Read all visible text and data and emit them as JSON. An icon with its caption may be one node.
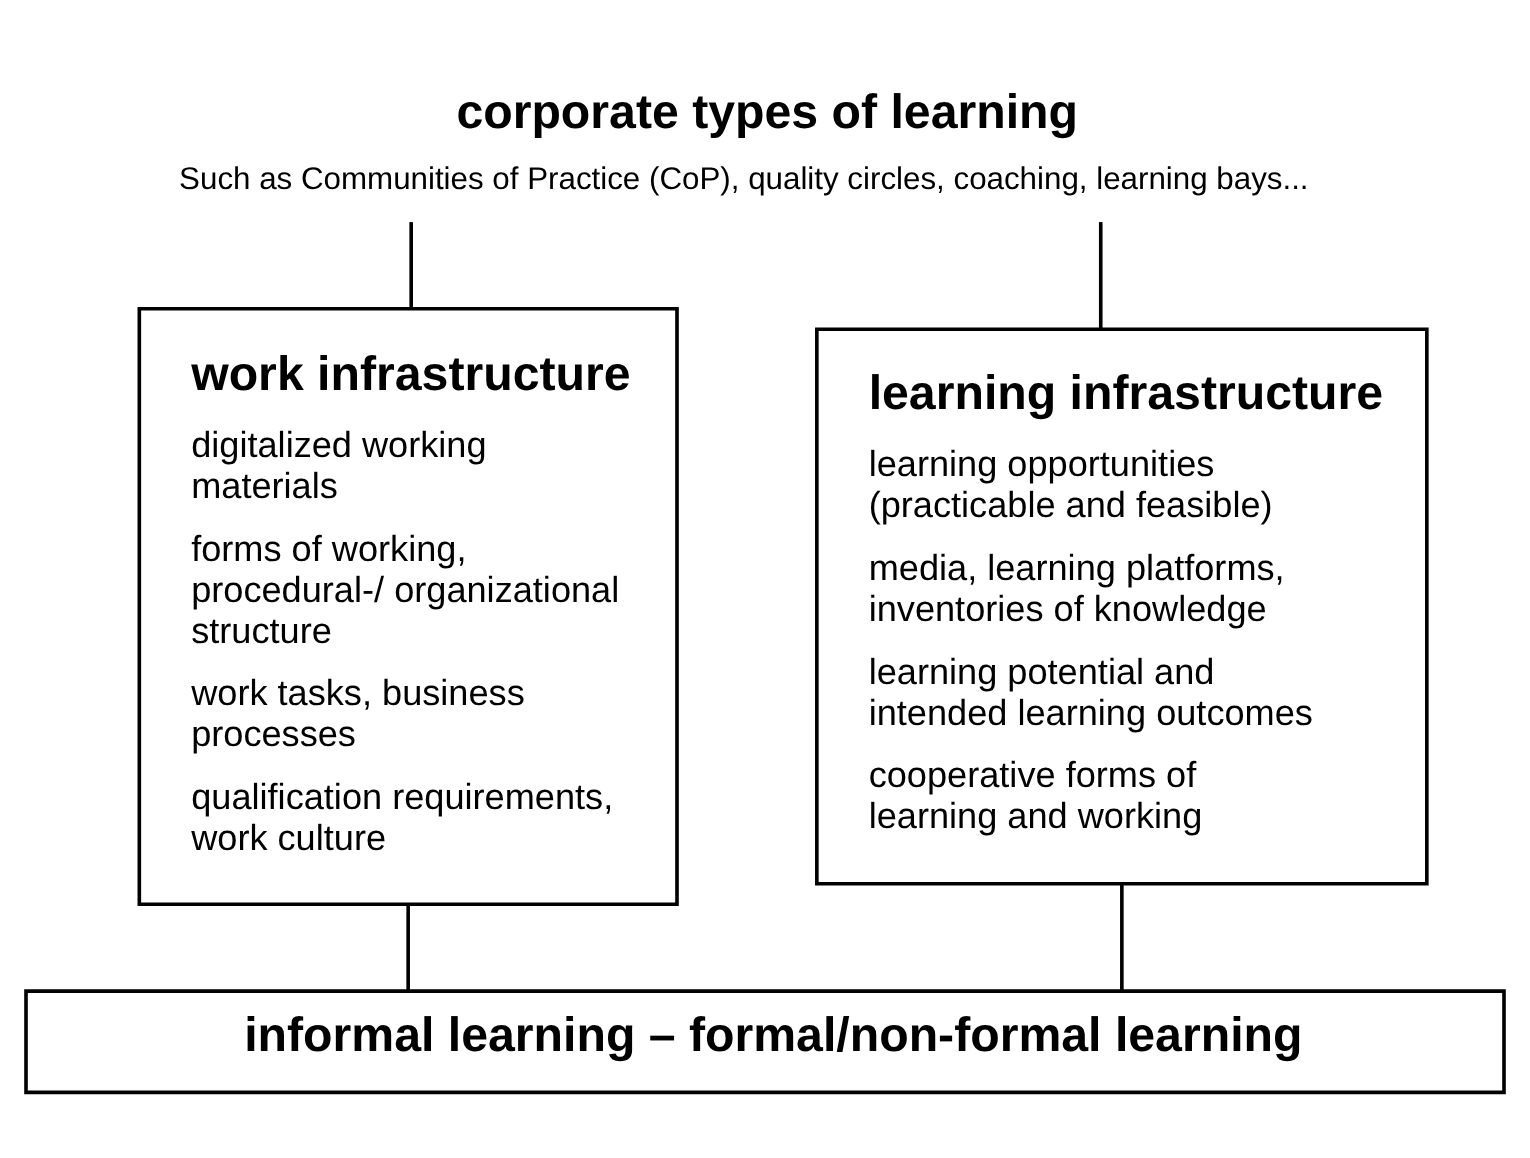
{
  "diagram": {
    "nodes": [
      {
        "text": [
          "corporate types of learning",
          "Such as Communities of Practice (CoP), quality circles, coaching, learning bays..."
        ]
      },
      {
        "text": [
          "work infrastructure",
          "digitalized working materials",
          "forms of working, procedural-/ organizational structure",
          "work tasks, business processes",
          "qualification requirements, work culture"
        ]
      },
      {
        "text": [
          "learning infrastructure",
          "learning opportunities (practicable and feasible)",
          "media, learning platforms, inventories of knowledge",
          "learning potential and intended learning outcomes",
          "cooperative forms of learning and working"
        ]
      },
      {
        "text": [
          "informal learning – formal/non-formal learning"
        ]
      }
    ],
    "edges": [
      {
        "from": 0,
        "to": 1,
        "arrow": "none"
      },
      {
        "from": 0,
        "to": 2,
        "arrow": "none"
      },
      {
        "from": 1,
        "to": 3,
        "arrow": "none"
      },
      {
        "from": 2,
        "to": 3,
        "arrow": "none"
      }
    ]
  }
}
